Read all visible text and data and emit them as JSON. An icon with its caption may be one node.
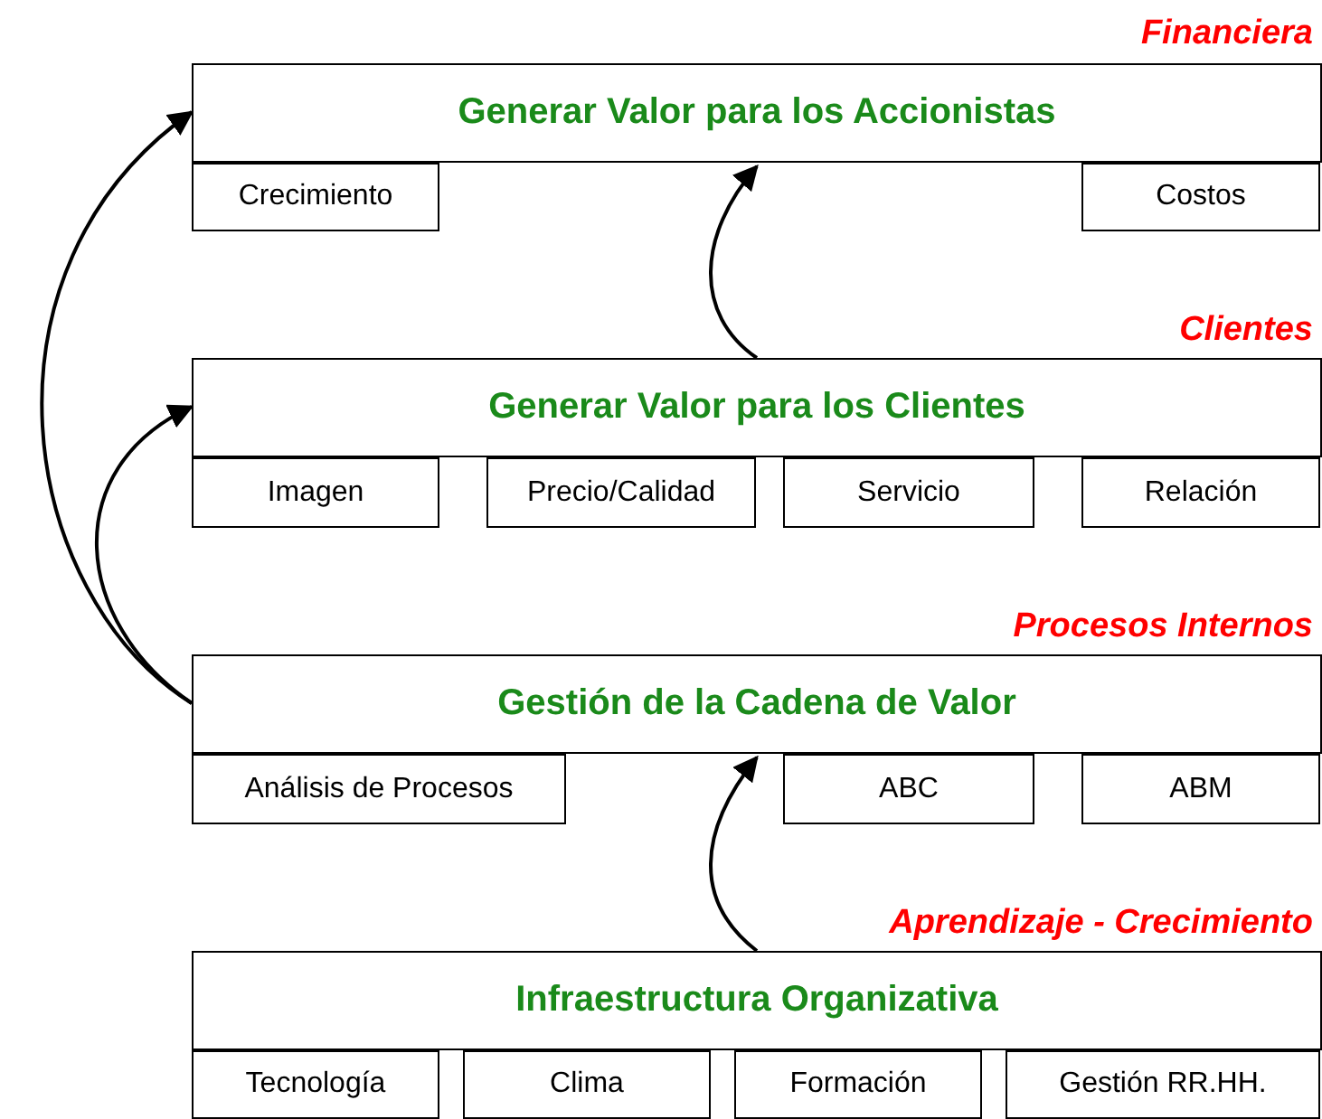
{
  "diagram": {
    "nodes": [
      {
        "text": [
          "Financiera",
          "Generar Valor para los Accionistas"
        ]
      },
      {
        "text": [
          "Crecimiento"
        ]
      },
      {
        "text": [
          "Costos"
        ]
      },
      {
        "text": [
          "Clientes",
          "Generar Valor para los Clientes"
        ]
      },
      {
        "text": [
          "Imagen"
        ]
      },
      {
        "text": [
          "Precio/Calidad"
        ]
      },
      {
        "text": [
          "Servicio"
        ]
      },
      {
        "text": [
          "Relación"
        ]
      },
      {
        "text": [
          "Procesos Internos",
          "Gestión de la Cadena de Valor"
        ]
      },
      {
        "text": [
          "Análisis de Procesos"
        ]
      },
      {
        "text": [
          "ABC"
        ]
      },
      {
        "text": [
          "ABM"
        ]
      },
      {
        "text": [
          "Aprendizaje - Crecimiento",
          "Infraestructura Organizativa"
        ]
      },
      {
        "text": [
          "Tecnología"
        ]
      },
      {
        "text": [
          "Clima"
        ]
      },
      {
        "text": [
          "Formación"
        ]
      },
      {
        "text": [
          "Gestión RR.HH."
        ]
      }
    ],
    "edges": [
      {
        "from": 8,
        "to": 0,
        "arrow": "to"
      },
      {
        "from": 8,
        "to": 3,
        "arrow": "to"
      },
      {
        "from": 3,
        "to": 0,
        "arrow": "to"
      },
      {
        "from": 12,
        "to": 8,
        "arrow": "to"
      }
    ]
  }
}
